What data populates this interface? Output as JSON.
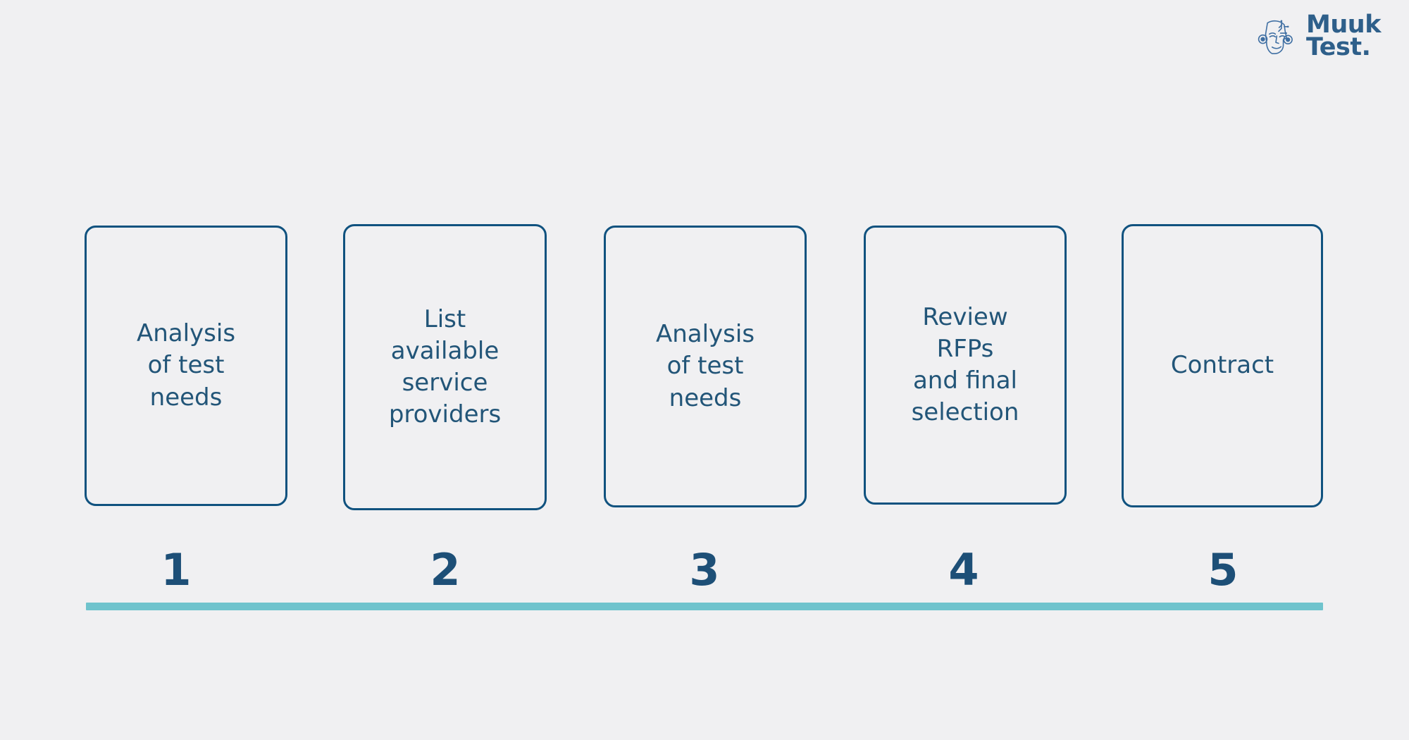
{
  "brand": {
    "name_line1": "Muuk",
    "name_line2": "Test.",
    "mark_icon": "face-circuit-logo-icon",
    "color": "#2e5f8a"
  },
  "theme": {
    "background": "#f0f0f2",
    "card_border": "#10527f",
    "card_text": "#225578",
    "number_color": "#1d4f77",
    "timeline_color": "#6fc3cd"
  },
  "process": {
    "title": "",
    "steps": [
      {
        "number": "1",
        "label": "Analysis\nof test\nneeds"
      },
      {
        "number": "2",
        "label": "List\navailable\nservice\nproviders"
      },
      {
        "number": "3",
        "label": "Analysis\nof test\nneeds"
      },
      {
        "number": "4",
        "label": "Review\nRFPs\nand final\nselection"
      },
      {
        "number": "5",
        "label": "Contract"
      }
    ]
  },
  "timeline": {
    "name": "process-timeline-bar"
  }
}
